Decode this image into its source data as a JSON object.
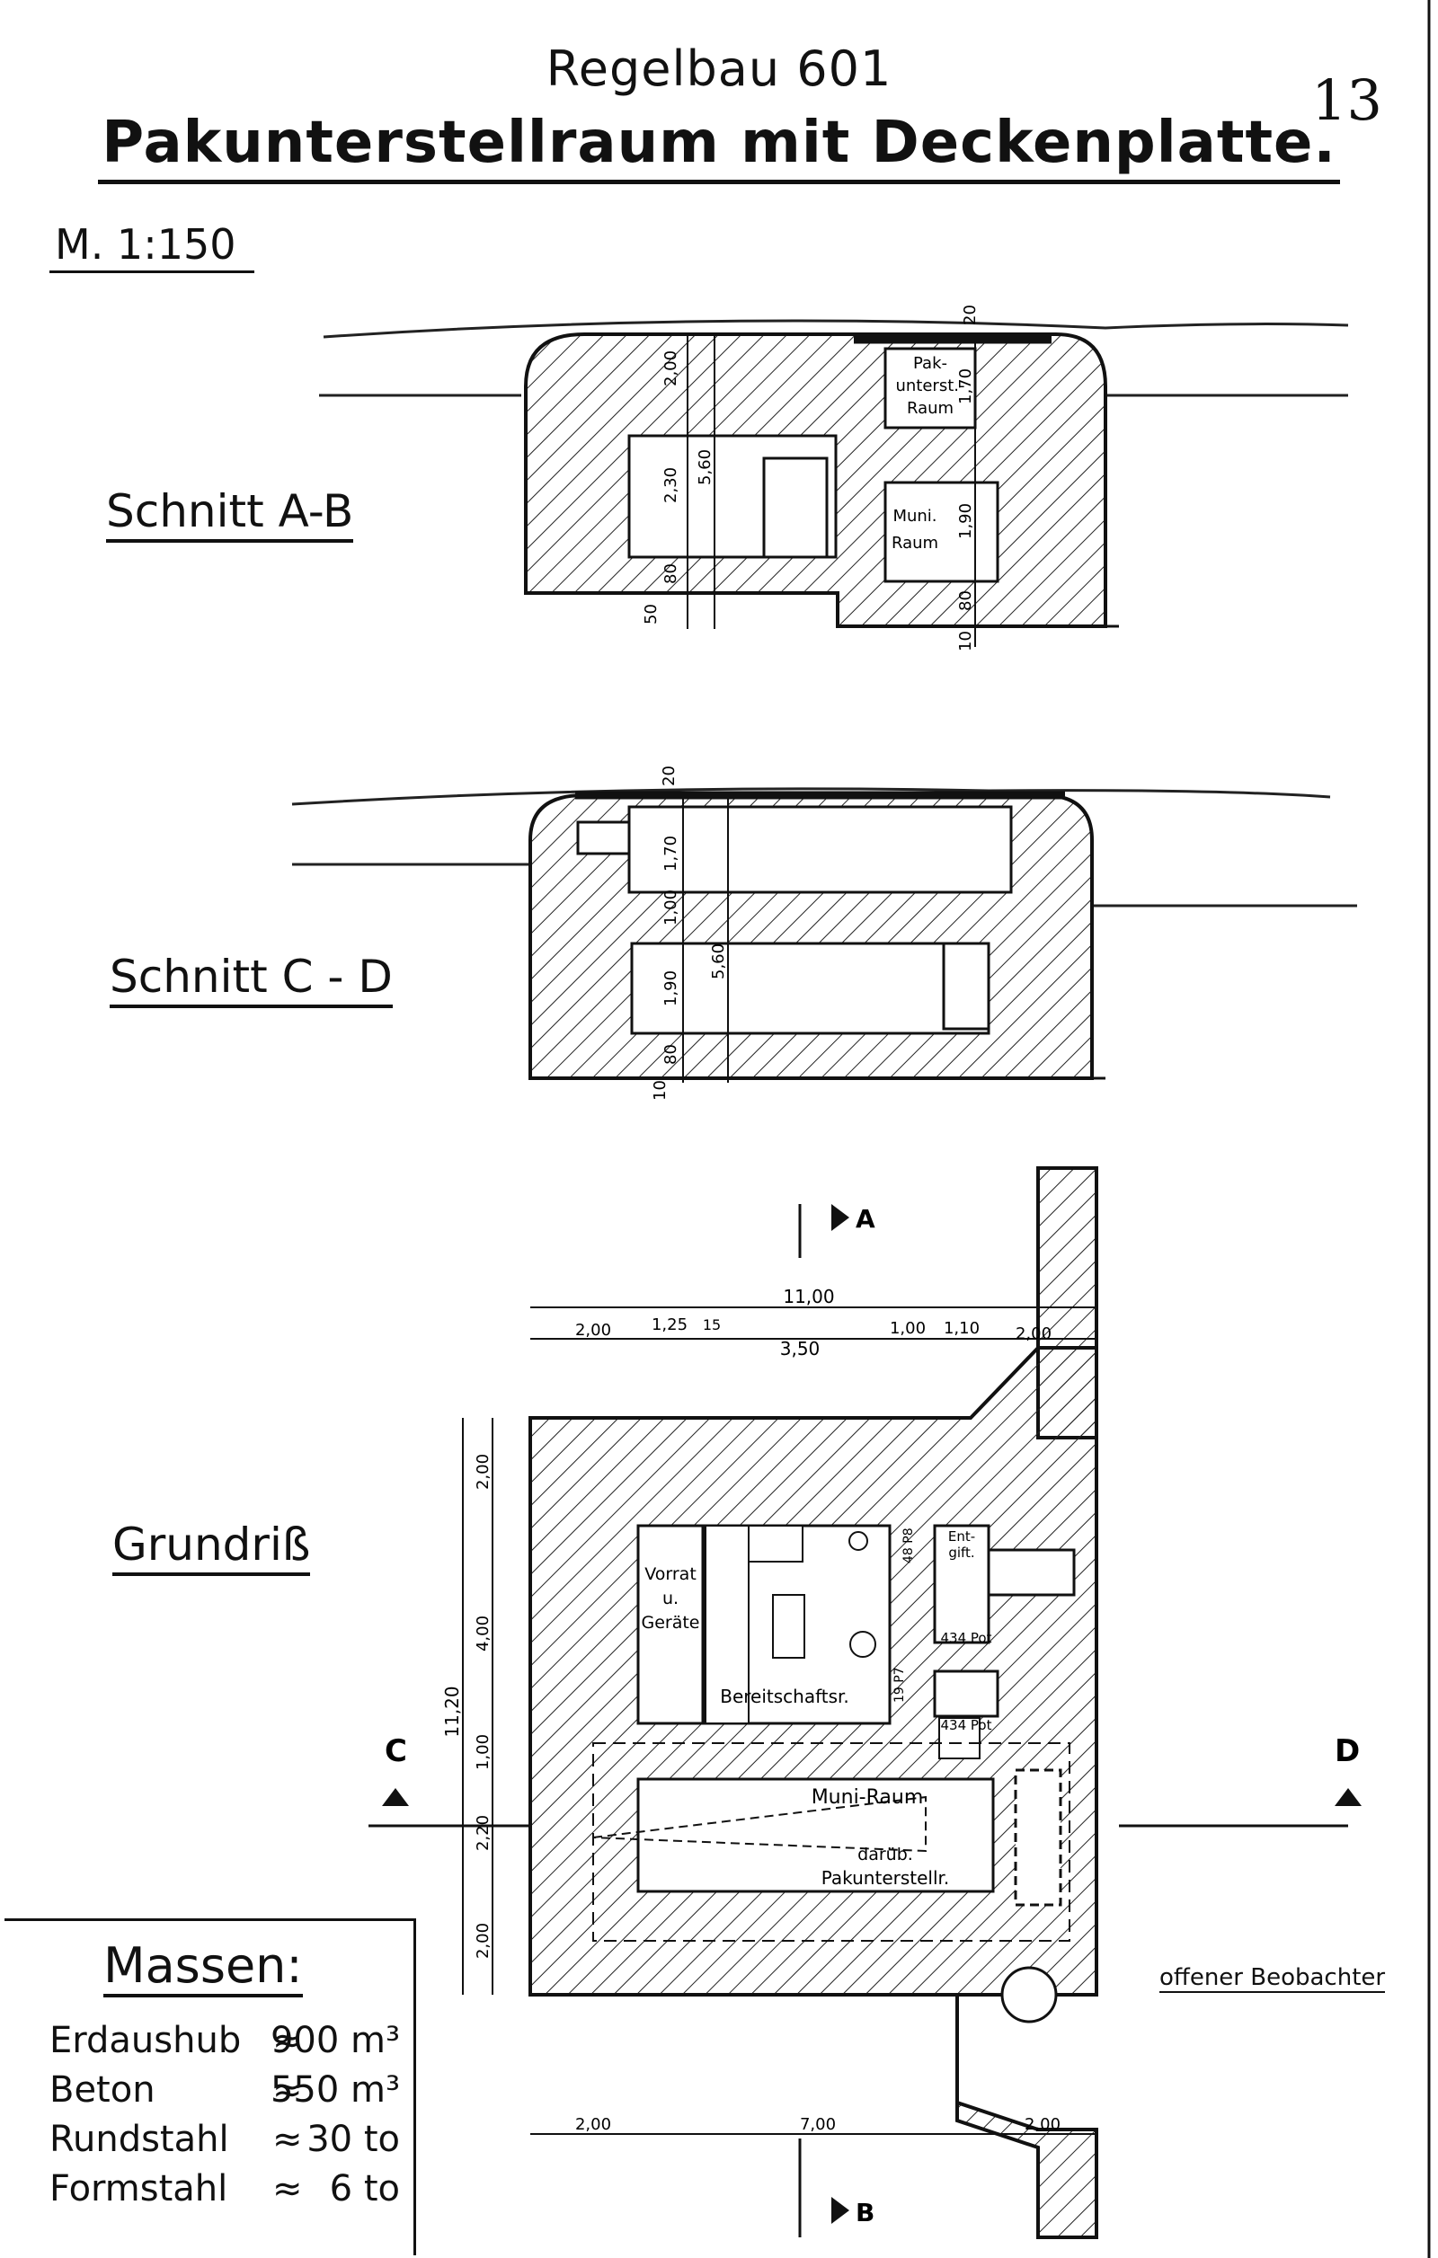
{
  "header": {
    "title": "Regelbau 601",
    "subtitle": "Pakunterstellraum mit Deckenplatte.",
    "page_number": "13",
    "scale": "M. 1:150"
  },
  "sections": {
    "a_b": {
      "label": "Schnitt A-B",
      "rooms": [
        "Pak-",
        "unterst.-",
        "Raum",
        "Muni.",
        "Raum"
      ],
      "dims": [
        "2,00",
        "2,30",
        "5,60",
        "1,70",
        "1,90",
        "80",
        "50",
        "80",
        "10",
        "20"
      ]
    },
    "c_d": {
      "label": "Schnitt C - D",
      "dims": [
        "1,70",
        "1,90",
        "5,60",
        "1,00",
        "80",
        "10",
        "20"
      ]
    },
    "plan": {
      "label": "Grundriß",
      "top_dims": [
        "11,00",
        "2,00",
        "1,25",
        "15",
        "3,50",
        "1,00",
        "1,10",
        "2,00"
      ],
      "left_dims": [
        "11,20",
        "2,00",
        "4,00",
        "1,00",
        "2,20",
        "2,00"
      ],
      "bottom_dims": [
        "2,00",
        "7,00",
        "2,00"
      ],
      "rooms": {
        "vorrat_1": "Vorrat",
        "vorrat_2": "u.",
        "vorrat_3": "Geräte",
        "bereitschaft": "Bereitschaftsr.",
        "entgift_1": "Ent-",
        "entgift_2": "gift.",
        "muni": "Muni-Raum",
        "darueb": "darüb.",
        "pak": "Pakunterstellr."
      },
      "doors": [
        "434 Pot",
        "434 Pot",
        "48 P8",
        "19 P7"
      ],
      "section_markers": [
        "A",
        "B",
        "C",
        "D"
      ]
    }
  },
  "massen": {
    "title": "Massen:",
    "rows": [
      {
        "name": "Erdaushub",
        "approx": "≈",
        "value": "900 m³"
      },
      {
        "name": "Beton",
        "approx": "≈",
        "value": "550 m³"
      },
      {
        "name": "Rundstahl",
        "approx": "≈",
        "value": "30 to"
      },
      {
        "name": "Formstahl",
        "approx": "≈",
        "value": "6 to"
      }
    ]
  },
  "annotations": {
    "observer": "offener Beobachter"
  }
}
